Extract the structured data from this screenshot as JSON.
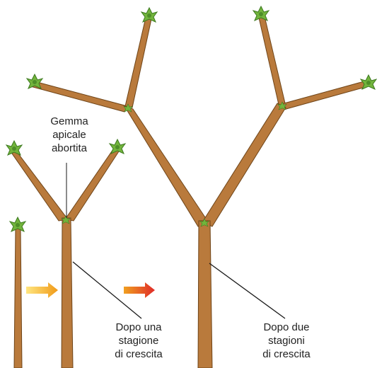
{
  "labels": {
    "apical_bud": [
      "Gemma",
      "apicale",
      "abortita"
    ],
    "after_one_season": [
      "Dopo una",
      "stagione",
      "di crescita"
    ],
    "after_two_seasons": [
      "Dopo due",
      "stagioni",
      "di crescita"
    ]
  },
  "colors": {
    "branch_fill": "#b97a3c",
    "branch_edge": "#6e4418",
    "bud_green": "#6fb33a",
    "bud_dark": "#3d7a1f",
    "arrow_first": "#f5b020",
    "arrow_second": "#e8302a",
    "leader_line": "#1a1a1a"
  },
  "stages": [
    "initial-shoot",
    "after-one-season",
    "after-two-seasons"
  ]
}
